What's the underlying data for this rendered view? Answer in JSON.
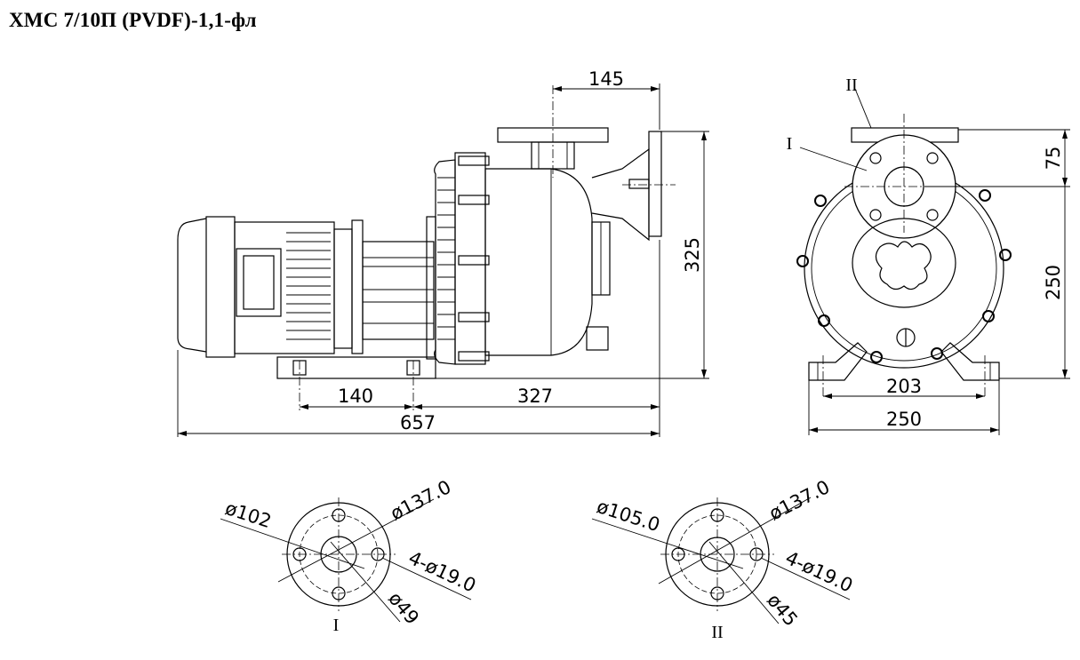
{
  "title": "ХМС 7/10П (PVDF)-1,1-фл",
  "side_view": {
    "dim_top": "145",
    "dim_height": "325",
    "dim_base": "140",
    "dim_mid": "327",
    "dim_total": "657"
  },
  "front_view": {
    "label_flange_1": "I",
    "label_flange_2": "II",
    "dim_offset": "75",
    "dim_height": "250",
    "dim_feet": "203",
    "dim_width": "250"
  },
  "flange_1": {
    "label": "I",
    "outer_d": "ø137.0",
    "pcd": "ø102",
    "holes": "4-ø19.0",
    "bore": "ø49"
  },
  "flange_2": {
    "label": "II",
    "outer_d": "ø137.0",
    "pcd": "ø105.0",
    "holes": "4-ø19.0",
    "bore": "ø45"
  }
}
